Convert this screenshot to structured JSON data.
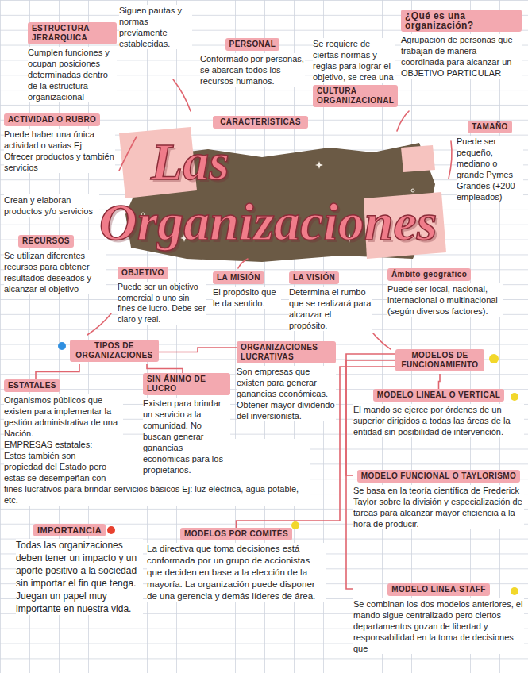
{
  "diagram": {
    "title": "Las Organizaciones",
    "nodes": [
      {
        "text": [
          "ESTRUCTURA JERÁRQUICA",
          "Cumplen funciones y ocupan posiciones determinadas dentro de la estructura organizacional"
        ]
      },
      {
        "text": [
          "PERSONAL",
          "Conformado por personas, se abarcan todos los recursos humanos."
        ]
      },
      {
        "text": [
          "Se requiere de ciertas normas y reglas para lograr el objetivo, se crea una",
          "CULTURA ORGANIZACIONAL"
        ]
      },
      {
        "text": [
          "¿Qué es una organización?",
          "Agrupación de personas que trabajan de manera coordinada para alcanzar un OBJETIVO PARTICULAR"
        ]
      },
      {
        "text": [
          "CARACTERÍSTICAS"
        ]
      },
      {
        "text": [
          "ACTIVIDAD O RUBRO",
          "Puede haber una única actividad o varias Ej: Ofrecer productos y también servicios"
        ]
      },
      {
        "text": [
          "TAMAÑO",
          "Puede ser pequeño, mediano o grande Pymes Grandes (+200 empleados)"
        ]
      },
      {
        "text": [
          "RECURSOS",
          "Se utilizan diferentes recursos para obtener resultados deseados y alcanzar el objetivo"
        ]
      },
      {
        "text": [
          "OBJETIVO",
          "Puede ser un objetivo comercial o uno sin fines de lucro. Debe ser claro y real."
        ]
      },
      {
        "text": [
          "LA MISIÓN",
          "El propósito que le da sentido."
        ]
      },
      {
        "text": [
          "LA VISIÓN",
          "Determina el rumbo que se realizará para alcanzar el propósito."
        ]
      },
      {
        "text": [
          "Ámbito geográfico",
          "Puede ser local, nacional, internacional o multinacional (según diversos factores)."
        ]
      },
      {
        "text": [
          "TIPOS DE ORGANIZACIONES"
        ]
      },
      {
        "text": [
          "ESTATALES",
          "Organismos públicos que existen para implementar la gestión administrativa de una Nación.",
          "EMPRESAS estatales: Estos también son propiedad del Estado pero estas se desempeñan con fines lucrativos para brindar servicios básicos Ej: luz eléctrica, agua potable, etc."
        ]
      },
      {
        "text": [
          "SIN ÁNIMO DE LUCRO",
          "Existen para brindar un servicio a la comunidad. No buscan generar ganancias económicas para los propietarios."
        ]
      },
      {
        "text": [
          "ORGANIZACIONES LUCRATIVAS",
          "Son empresas que existen para generar ganancias económicas. Obtener mayor dividendo del inversionista."
        ]
      },
      {
        "text": [
          "MODELOS DE FUNCIONAMIENTO"
        ]
      },
      {
        "text": [
          "MODELO LINEAL O VERTICAL",
          "El mando se ejerce por órdenes de un superior dirigidos a todas las áreas de la entidad sin posibilidad de intervención."
        ]
      },
      {
        "text": [
          "MODELO FUNCIONAL O TAYLORISMO",
          "Se basa en la teoría científica de Frederick Taylor sobre la división y especialización de tareas para alcanzar mayor eficiencia a la hora de producir."
        ]
      },
      {
        "text": [
          "IMPORTANCIA",
          "Todas las organizaciones deben tener un impacto y un aporte positivo a la sociedad sin importar el fin que tenga. Juegan un papel muy importante en nuestra vida."
        ]
      },
      {
        "text": [
          "MODELOS POR COMITÉS",
          "La directiva que toma decisiones está conformada por un grupo de accionistas que deciden en base a la elección de la mayoría. La organización puede disponer de una gerencia y demás líderes de área."
        ]
      },
      {
        "text": [
          "MODELO LINEA-STAFF",
          "Se combinan los dos modelos anteriores, el mando sigue centralizado pero ciertos departamentos gozan de libertad y responsabilidad en la toma de decisiones que"
        ]
      }
    ],
    "edges": [
      {
        "from": 12,
        "to": 13,
        "arrow": "none"
      },
      {
        "from": 12,
        "to": 14,
        "arrow": "none"
      },
      {
        "from": 12,
        "to": 15,
        "arrow": "none"
      },
      {
        "from": 16,
        "to": 17,
        "arrow": "none"
      },
      {
        "from": 16,
        "to": 18,
        "arrow": "none"
      },
      {
        "from": 16,
        "to": 21,
        "arrow": "none"
      },
      {
        "from": 16,
        "to": 20,
        "arrow": "none"
      }
    ],
    "labels": [
      "Siguen pautas y normas previamente establecidas.",
      "Crean y elaboran productos y/o servicios"
    ]
  }
}
